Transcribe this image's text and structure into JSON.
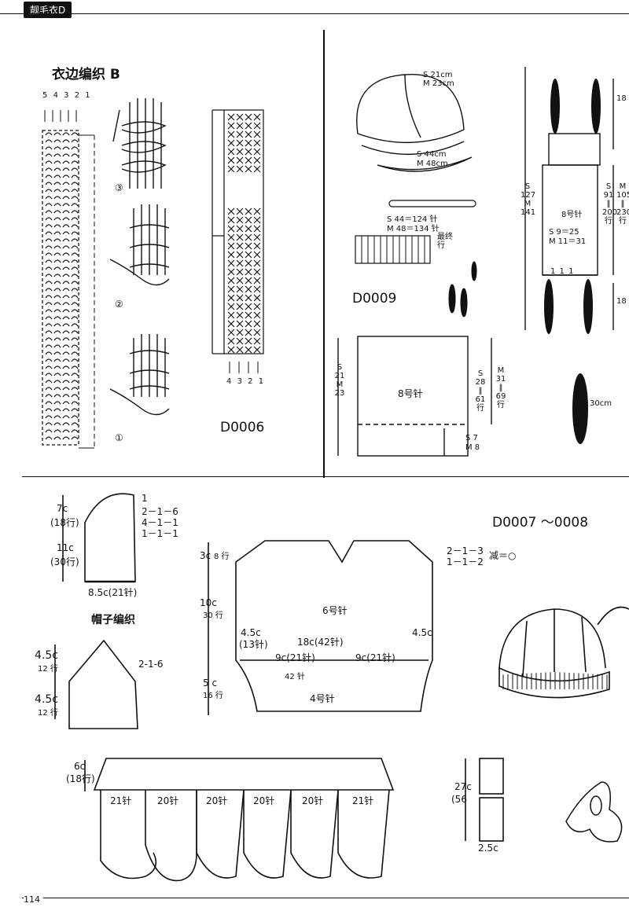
{
  "header": {
    "tag": "靓毛衣D",
    "page_number": "114"
  },
  "d0006": {
    "title": "衣边编织 B",
    "code": "D0006",
    "row_numbers": [
      "5",
      "4",
      "3",
      "2",
      "1"
    ],
    "bottom_numbers": [
      "4",
      "3",
      "2",
      "1"
    ],
    "step_labels": [
      "③",
      "②",
      "①"
    ]
  },
  "d0009": {
    "code": "D0009",
    "hat_top": {
      "s": "S 21cm",
      "m": "M 23cm"
    },
    "hat_band": {
      "s": "S 44cm",
      "m": "M 48cm"
    },
    "stitches": {
      "s": "S 44＝124 针",
      "m": "M 48＝134 针"
    },
    "bind_off": "最终行",
    "panel_needle": "8号针",
    "panel_left": [
      "S",
      "21",
      "M",
      "23"
    ],
    "panel_right_a": [
      "S",
      "28",
      "‖",
      "61",
      "行"
    ],
    "panel_right_b": [
      "M",
      "31",
      "‖",
      "69",
      "行"
    ],
    "panel_bottom": {
      "s": "S 7",
      "m": "M 8"
    },
    "scarf_needle": "8号针",
    "scarf_st": {
      "s": "S 9＝25",
      "m": "M 11＝31"
    },
    "scarf_left": [
      "S",
      "127",
      "M",
      "141"
    ],
    "scarf_right_a": [
      "S",
      "91",
      "‖",
      "200",
      "行"
    ],
    "scarf_right_b": [
      "M",
      "105",
      "‖",
      "230",
      "行"
    ],
    "scarf_top": "18",
    "scarf_bottom": "18",
    "tassel": "30cm",
    "pattern_marker": "1 1 1"
  },
  "d0007": {
    "code": "D0007 ～0008",
    "ear": {
      "top": "7c",
      "top_rows": "(18行)",
      "mid": "11c",
      "mid_rows": "(30行)",
      "bottom": "8.5c(21针)",
      "dec1": "1",
      "dec2": "2－1－6",
      "dec3": "4－1－1",
      "dec4": "1－1－1"
    },
    "hat_label": "帽子编织",
    "peak": {
      "top": "4.5c",
      "top_rows": "12 行",
      "bottom": "4.5c",
      "bottom_rows": "12 行",
      "dec": "2-1-6"
    },
    "body": {
      "top": "3c",
      "top_rows": "8 行",
      "mid": "10c",
      "mid_rows": "30 行",
      "low": "5 c",
      "low_rows": "16 行",
      "needle": "6号针",
      "band_needle": "4号针",
      "side_left": "4.5c",
      "side_left_st": "(13针)",
      "center": "18c(42针)",
      "side_right": "4.5c",
      "half_left": "9c(21针)",
      "half_right": "9c(21针)",
      "band_st": "42 针",
      "dec_a": "2－1－3",
      "dec_b": "1－1－2",
      "dec_note": "减＝○"
    },
    "crown": {
      "height": "6c",
      "rows": "(18行)",
      "sections": [
        "21针",
        "20针",
        "20针",
        "20针",
        "20针",
        "21针"
      ]
    },
    "strap": {
      "height": "27c",
      "rows": "(56",
      "width": "2.5c"
    }
  }
}
